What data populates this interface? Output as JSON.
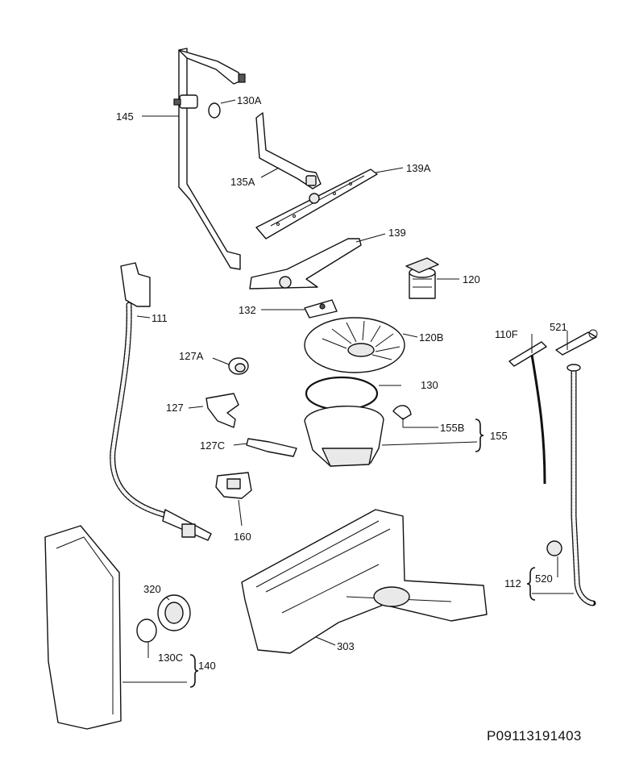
{
  "labels": {
    "p145": "145",
    "p130A": "130A",
    "p135A": "135A",
    "p139A": "139A",
    "p139": "139",
    "p120": "120",
    "p111": "111",
    "p132": "132",
    "p120B": "120B",
    "p127A": "127A",
    "p130": "130",
    "p110F": "110F",
    "p521": "521",
    "p127": "127",
    "p155B": "155B",
    "p155": "155",
    "p127C": "127C",
    "p160": "160",
    "p320": "320",
    "p130C": "130C",
    "p140": "140",
    "p303": "303",
    "p112": "112",
    "p520": "520"
  },
  "diagram_code": "P09113191403"
}
